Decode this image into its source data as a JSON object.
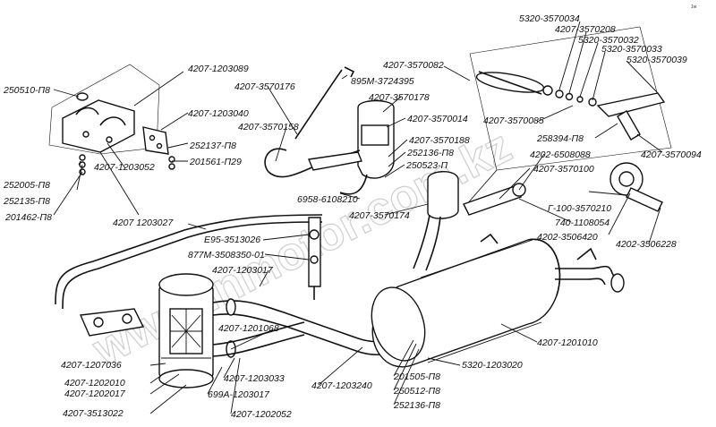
{
  "diagram": {
    "corner_mark": "1м",
    "watermark": "www.inmotor.com.kz",
    "labels": {
      "l_250510": "250510-П8",
      "l_252005": "252005-П8",
      "l_252135": "252135-П8",
      "l_201462": "201462-П8",
      "l_1203089": "4207-1203089",
      "l_1203040": "4207-1203040",
      "l_1203052": "4207-1203052",
      "l_252137": "252137-П8",
      "l_201561": "201561-П29",
      "l_3570176": "4207-3570176",
      "l_3570158": "4207-3570158",
      "l_3570082": "4207-3570082",
      "l_3724395": "895М-3724395",
      "l_3570178": "4207-3570178",
      "l_3570014": "4207-3570014",
      "l_3570188": "4207-3570188",
      "l_252136a": "252136-П8",
      "l_250523": "250523-П",
      "l_6958": "6958-6108210",
      "l_3570174": "4207-3570174",
      "l_1203027": "4207 1203027",
      "l_3513026": "Е95-3513026",
      "l_3508350": "877М-3508350-01",
      "l_1203017a": "4207-1203017",
      "l_1201068": "4207-1201068",
      "l_1207036": "4207-1207036",
      "l_1202010": "4207-1202010",
      "l_1202017": "4207-1202017",
      "l_3513022": "4207-3513022",
      "l_1203033": "4207-1203033",
      "l_1203017b": "699А-1203017",
      "l_1202052": "4207-1202052",
      "l_1203240": "4207-1203240",
      "l_201505": "201505-П8",
      "l_250512": "250512-П8",
      "l_252136b": "252136-П8",
      "l_1203020": "5320-1203020",
      "l_1201010": "4207-1201010",
      "l_3570034": "5320-3570034",
      "l_3570208": "4207-3570208",
      "l_3570032": "5320-3570032",
      "l_3570033": "5320-3570033",
      "l_3570039": "5320-3570039",
      "l_3570085": "4207-3570085",
      "l_258394": "258394-П8",
      "l_3570094": "4207-3570094",
      "l_6508088": "4202-6508088",
      "l_3570100": "4207-3570100",
      "l_3570210": "Г-100-3570210",
      "l_1108054": "740-1108054",
      "l_3506420": "4202-3506420",
      "l_3506228": "4202-3506228"
    }
  }
}
